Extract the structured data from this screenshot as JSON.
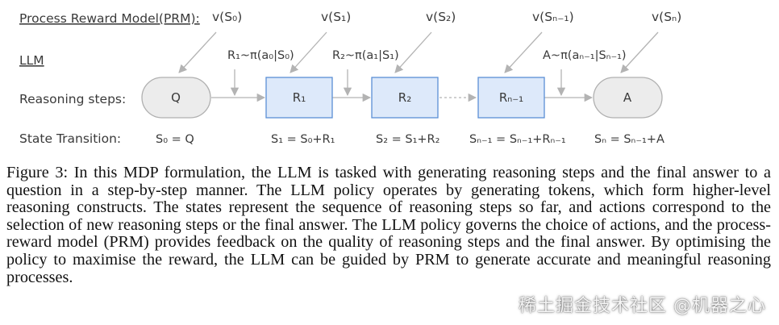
{
  "labels": {
    "prm": "Process Reward Model(PRM):",
    "llm": "LLM",
    "reasoning_steps": "Reasoning steps:",
    "state_transition": "State Transition:"
  },
  "values": {
    "v0": "v(S₀)",
    "v1": "v(S₁)",
    "v2": "v(S₂)",
    "vn1": "v(Sₙ₋₁)",
    "vn": "v(Sₙ)"
  },
  "policies": {
    "p1": "R₁~π(a₀|S₀)",
    "p2": "R₂~π(a₁|S₁)",
    "pa": "A~π(aₙ₋₁|Sₙ₋₁)"
  },
  "nodes": {
    "q": "Q",
    "r1": "R₁",
    "r2": "R₂",
    "rn1": "Rₙ₋₁",
    "a": "A"
  },
  "states": {
    "s0": "S₀ = Q",
    "s1": "S₁ = S₀+R₁",
    "s2": "S₂ = S₁+R₂",
    "sn1": "Sₙ₋₁ = Sₙ₋₁+Rₙ₋₁",
    "sn": "Sₙ = Sₙ₋₁+A"
  },
  "caption": "Figure 3: In this MDP formulation, the LLM is tasked with generating reasoning steps and the final answer to a question in a step-by-step manner. The LLM policy operates by generating tokens, which form higher-level reasoning constructs. The states represent the sequence of reasoning steps so far, and actions correspond to the selection of new reasoning steps or the final answer. The LLM policy governs the choice of actions, and the process-reward model (PRM) provides feedback on the quality of reasoning steps and the final answer. By optimising the policy to maximise the reward, the LLM can be guided by PRM to generate accurate and meaningful reasoning processes.",
  "watermark": "稀土掘金技术社区 @机器之心",
  "colors": {
    "box_fill": "#dde9fa",
    "box_stroke": "#5b8fd6",
    "oval_fill": "#ececec",
    "oval_stroke": "#b0b0b0",
    "arrow": "#b3b3b3"
  }
}
